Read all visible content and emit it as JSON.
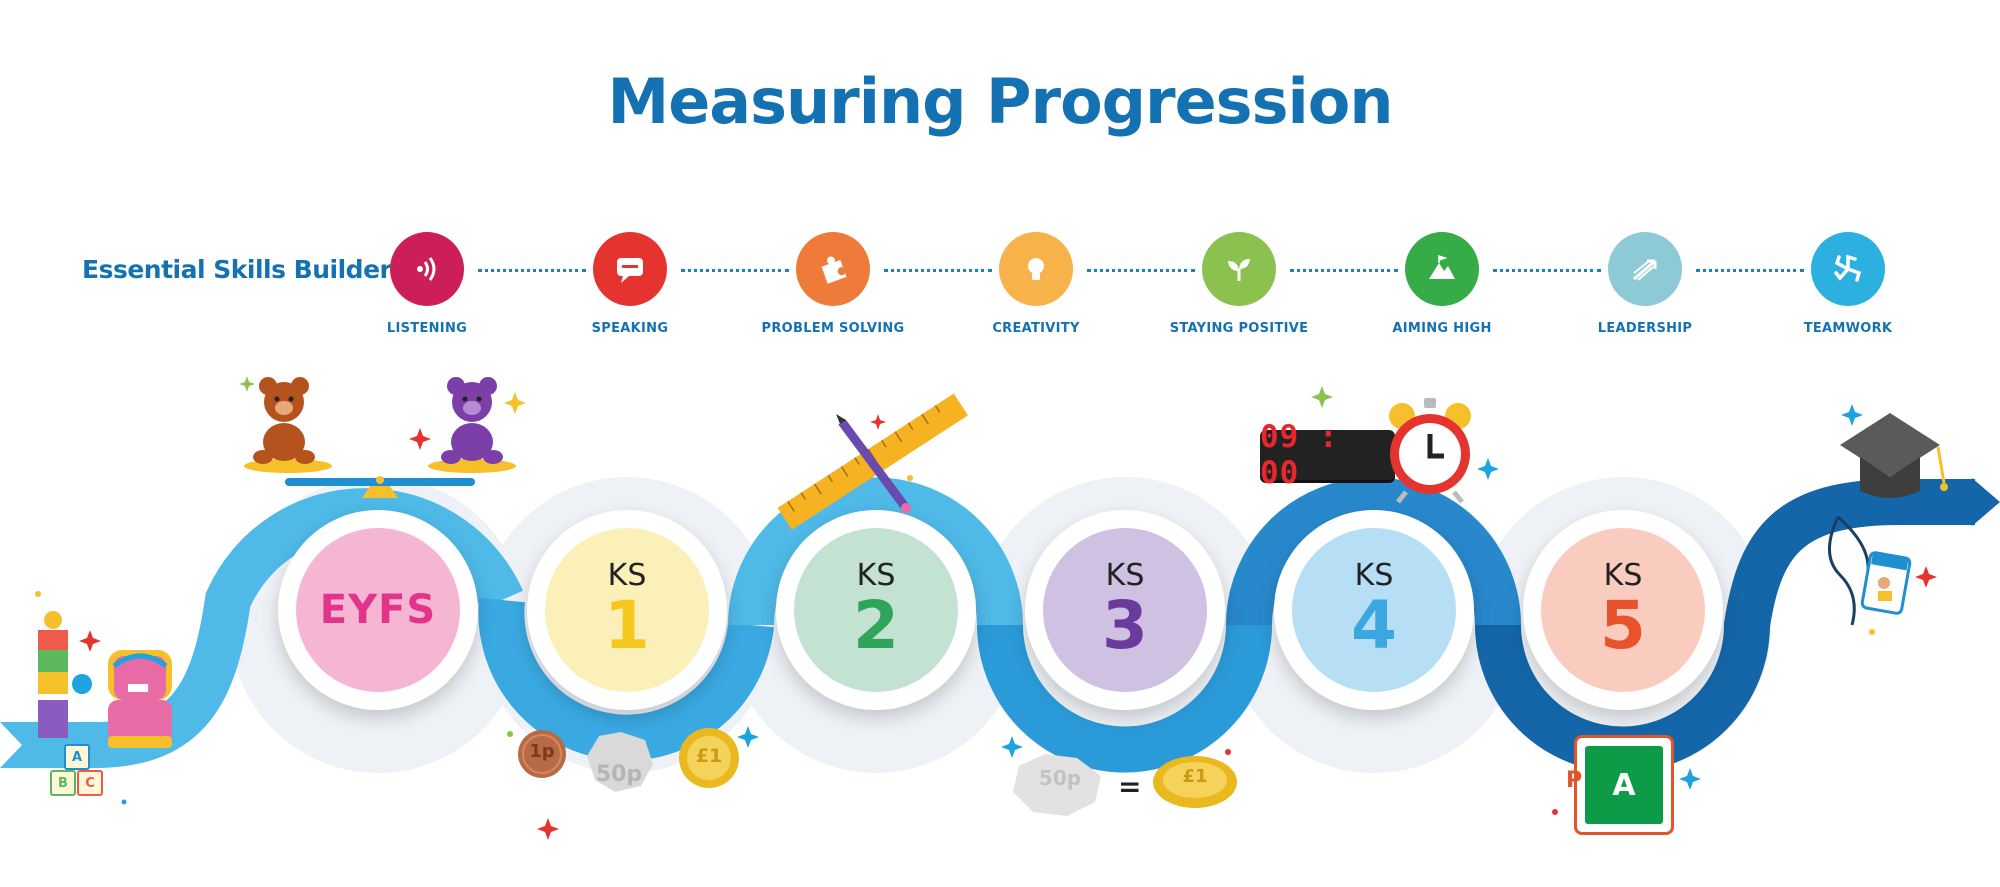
{
  "title": "Measuring Progression",
  "essential_skills": {
    "label": "Essential Skills Builder",
    "skills": [
      {
        "label": "LISTENING",
        "color": "#cc1f59",
        "icon": "listening-icon"
      },
      {
        "label": "SPEAKING",
        "color": "#e5342f",
        "icon": "speaking-icon"
      },
      {
        "label": "PROBLEM SOLVING",
        "color": "#ee7b3a",
        "icon": "problem-solving-icon"
      },
      {
        "label": "CREATIVITY",
        "color": "#f7b24a",
        "icon": "creativity-icon"
      },
      {
        "label": "STAYING POSITIVE",
        "color": "#8bc24f",
        "icon": "staying-positive-icon"
      },
      {
        "label": "AIMING HIGH",
        "color": "#36ac48",
        "icon": "aiming-high-icon"
      },
      {
        "label": "LEADERSHIP",
        "color": "#8ecad6",
        "icon": "leadership-icon"
      },
      {
        "label": "TEAMWORK",
        "color": "#2bb0e0",
        "icon": "teamwork-icon"
      }
    ]
  },
  "stages": [
    {
      "label": "EYFS",
      "fill": "#f4b6d3",
      "text_color": "#e3348c"
    },
    {
      "prefix": "KS",
      "number": "1",
      "fill": "#fbf0b8",
      "text_color": "#f4c81d"
    },
    {
      "prefix": "KS",
      "number": "2",
      "fill": "#c3e2d1",
      "text_color": "#2fa45b"
    },
    {
      "prefix": "KS",
      "number": "3",
      "fill": "#cfc1e2",
      "text_color": "#6a3a9c"
    },
    {
      "prefix": "KS",
      "number": "4",
      "fill": "#b6dff5",
      "text_color": "#3aa7e0"
    },
    {
      "prefix": "KS",
      "number": "5",
      "fill": "#f9ccbf",
      "text_color": "#e9532b"
    }
  ],
  "decorations": {
    "timer": "09 : 00",
    "coin_1p": "1p",
    "coin_50p": "50p",
    "coin_pound": "£1",
    "coin_50p_b": "50p",
    "coin_pound_b": "£1",
    "equals": "=",
    "grade_a": "A",
    "grade_p": "P",
    "block_a": "A",
    "block_b": "B",
    "block_c": "C"
  },
  "colors": {
    "title": "#1471b2",
    "road_light": "#4fb9e8",
    "road_mid": "#2b9ad8",
    "road_dark": "#1466a8",
    "halo": "#eef2f6"
  }
}
